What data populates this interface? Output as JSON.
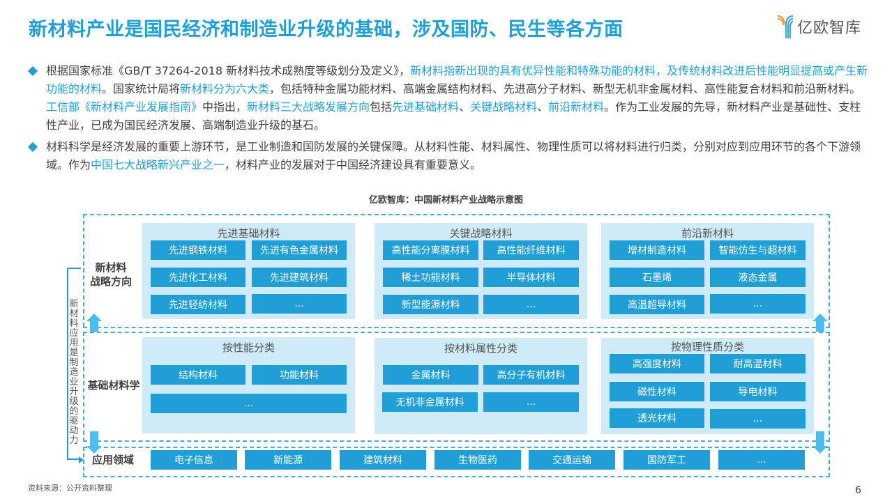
{
  "header": {
    "title": "新材料产业是国民经济和制造业升级的基础，涉及国防、民生等各方面",
    "logo_text": "亿欧智库",
    "accent_color": "#1f9fd6"
  },
  "bullets": [
    {
      "segments": [
        {
          "text": "根据国家标准《GB/T 37264-2018 新材料技术成熟度等级划分及定义》，",
          "hl": false
        },
        {
          "text": "新材料指新出现的具有优异性能和特殊功能的材料，及传统材料改进后性能明显提高或产生新功能的材料",
          "hl": true
        },
        {
          "text": "。国家统计局将",
          "hl": false
        },
        {
          "text": "新材料分为六大类",
          "hl": true
        },
        {
          "text": "，包括特种金属功能材料、高端金属结构材料、先进高分子材料、新型无机非金属材料、高性能复合材料和前沿新材料。",
          "hl": false
        },
        {
          "text": "工信部《新材料产业发展指南》",
          "hl": true
        },
        {
          "text": "中指出，",
          "hl": false
        },
        {
          "text": "新材料三大战略发展方向",
          "hl": true
        },
        {
          "text": "包括",
          "hl": false
        },
        {
          "text": "先进基础材料",
          "hl": true
        },
        {
          "text": "、",
          "hl": false
        },
        {
          "text": "关键战略材料",
          "hl": true
        },
        {
          "text": "、",
          "hl": false
        },
        {
          "text": "前沿新材料",
          "hl": true
        },
        {
          "text": "。作为工业发展的先导，新材料产业是基础性、支柱性产业，已成为国民经济发展、高端制造业升级的基石。",
          "hl": false
        }
      ]
    },
    {
      "segments": [
        {
          "text": "材料科学是经济发展的重要上游环节，是工业制造和国防发展的关键保障。从材料性能、材料属性、物理性质可以将材料进行归类，分别对应到应用环节的各个下游领域。作为",
          "hl": false
        },
        {
          "text": "中国七大战略新兴产业之一",
          "hl": true
        },
        {
          "text": "，材料产业的发展对于中国经济建设具有重要意义。",
          "hl": false
        }
      ]
    }
  ],
  "diagram": {
    "title": "亿欧智库：中国新材料产业战略示意图",
    "side_label": "新材料应用是制造业升级的驱动力",
    "rows": {
      "strategy": {
        "label_line1": "新材料",
        "label_line2": "战略方向",
        "panels": [
          {
            "title": "先进基础材料",
            "items": [
              "先进钢铁材料",
              "先进有色金属材料",
              "先进化工材料",
              "先进建筑材料",
              "先进轻纺材料",
              "..."
            ]
          },
          {
            "title": "关键战略材料",
            "items": [
              "高性能分离膜材料",
              "高性能纤维材料",
              "稀土功能材料",
              "半导体材料",
              "新型能源材料",
              "..."
            ]
          },
          {
            "title": "前沿新材料",
            "items": [
              "增材制造材料",
              "智能仿生与超材料",
              "石墨烯",
              "液态金属",
              "高温超导材料",
              "..."
            ]
          }
        ]
      },
      "basic": {
        "label": "基础材料学",
        "panels": [
          {
            "title": "按性能分类",
            "items": [
              "结构材料",
              "功能材料",
              "..."
            ]
          },
          {
            "title": "按材料属性分类",
            "items": [
              "金属材料",
              "高分子有机材料",
              "无机非金属材料",
              "..."
            ]
          },
          {
            "title": "按物理性质分类",
            "items": [
              "高强度材料",
              "耐高温材料",
              "磁性材料",
              "导电材料",
              "透光材料",
              "..."
            ]
          }
        ]
      },
      "application": {
        "label": "应用领域",
        "items": [
          "电子信息",
          "新能源",
          "建筑材料",
          "生物医药",
          "交通运输",
          "国防军工",
          "..."
        ]
      }
    }
  },
  "footer": {
    "source": "资料来源：公开资料整理",
    "page": "6"
  }
}
